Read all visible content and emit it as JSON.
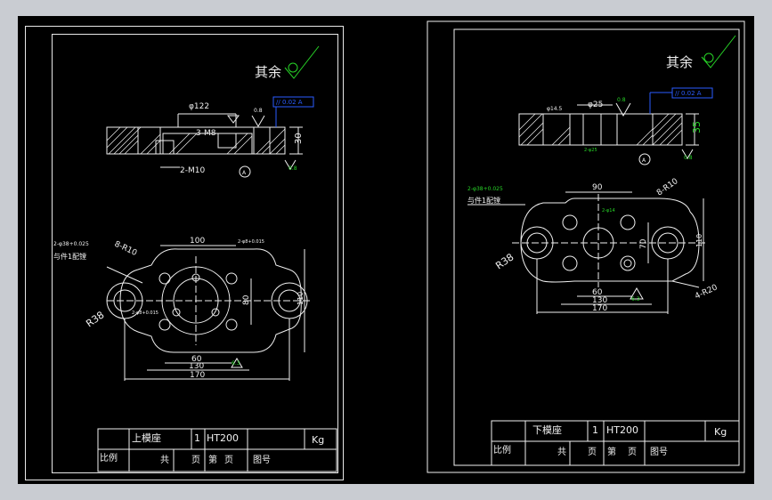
{
  "left": {
    "remaining": "其余",
    "top_view": {
      "dia": "φ122",
      "thread_top": "3-M8",
      "thread_bottom": "2-M10",
      "height": "30",
      "rough1": "0.8",
      "rough2": "0.8",
      "tol": "// 0.02 A",
      "datum": "A"
    },
    "plan_view": {
      "fit_note": "2-φ38+0.025",
      "fit_note2": "与件1配镗",
      "radius_small": "8-R10",
      "radius_big": "R38",
      "dim_100": "100",
      "dim_60": "60",
      "dim_130": "130",
      "dim_170": "170",
      "dim_80": "80",
      "dim_110": "110",
      "hole_note": "2-φ8+0.015",
      "hole_note2": "2-φ8+0.015",
      "rough": "6.3"
    },
    "title_block": {
      "name": "上模座",
      "qty": "1",
      "material": "HT200",
      "unit": "Kg",
      "scale": "比例",
      "total": "共",
      "page1": "页",
      "sheet": "第",
      "page2": "页",
      "drawing_no": "图号"
    }
  },
  "right": {
    "remaining": "其余",
    "top_view": {
      "dia_small": "φ14.5",
      "dia": "φ25",
      "rough1": "0.8",
      "tol": "// 0.02 A",
      "height": "35",
      "rough2": "0.8",
      "datum": "A",
      "hole_note": "2-φ25"
    },
    "plan_view": {
      "fit_note": "2-φ38+0.025",
      "fit_note2": "与件1配镗",
      "dim_90": "90",
      "radius_small": "8-R10",
      "radius_big": "R38",
      "dim_70": "70",
      "dim_110": "110",
      "dim_60": "60",
      "dim_130": "130",
      "dim_170": "170",
      "radius_20": "4-R20",
      "rough": "6.3",
      "hole_note": "2-φ14"
    },
    "title_block": {
      "name": "下模座",
      "qty": "1",
      "material": "HT200",
      "unit": "Kg",
      "scale": "比例",
      "total": "共",
      "page1": "页",
      "sheet": "第",
      "page2": "页",
      "drawing_no": "图号"
    }
  },
  "colors": {
    "background": "#000000",
    "line": "#f0f0f0",
    "annotation_green": "#27d427",
    "annotation_blue": "#2a5cff",
    "frame_outside": "#c9ccd2"
  }
}
